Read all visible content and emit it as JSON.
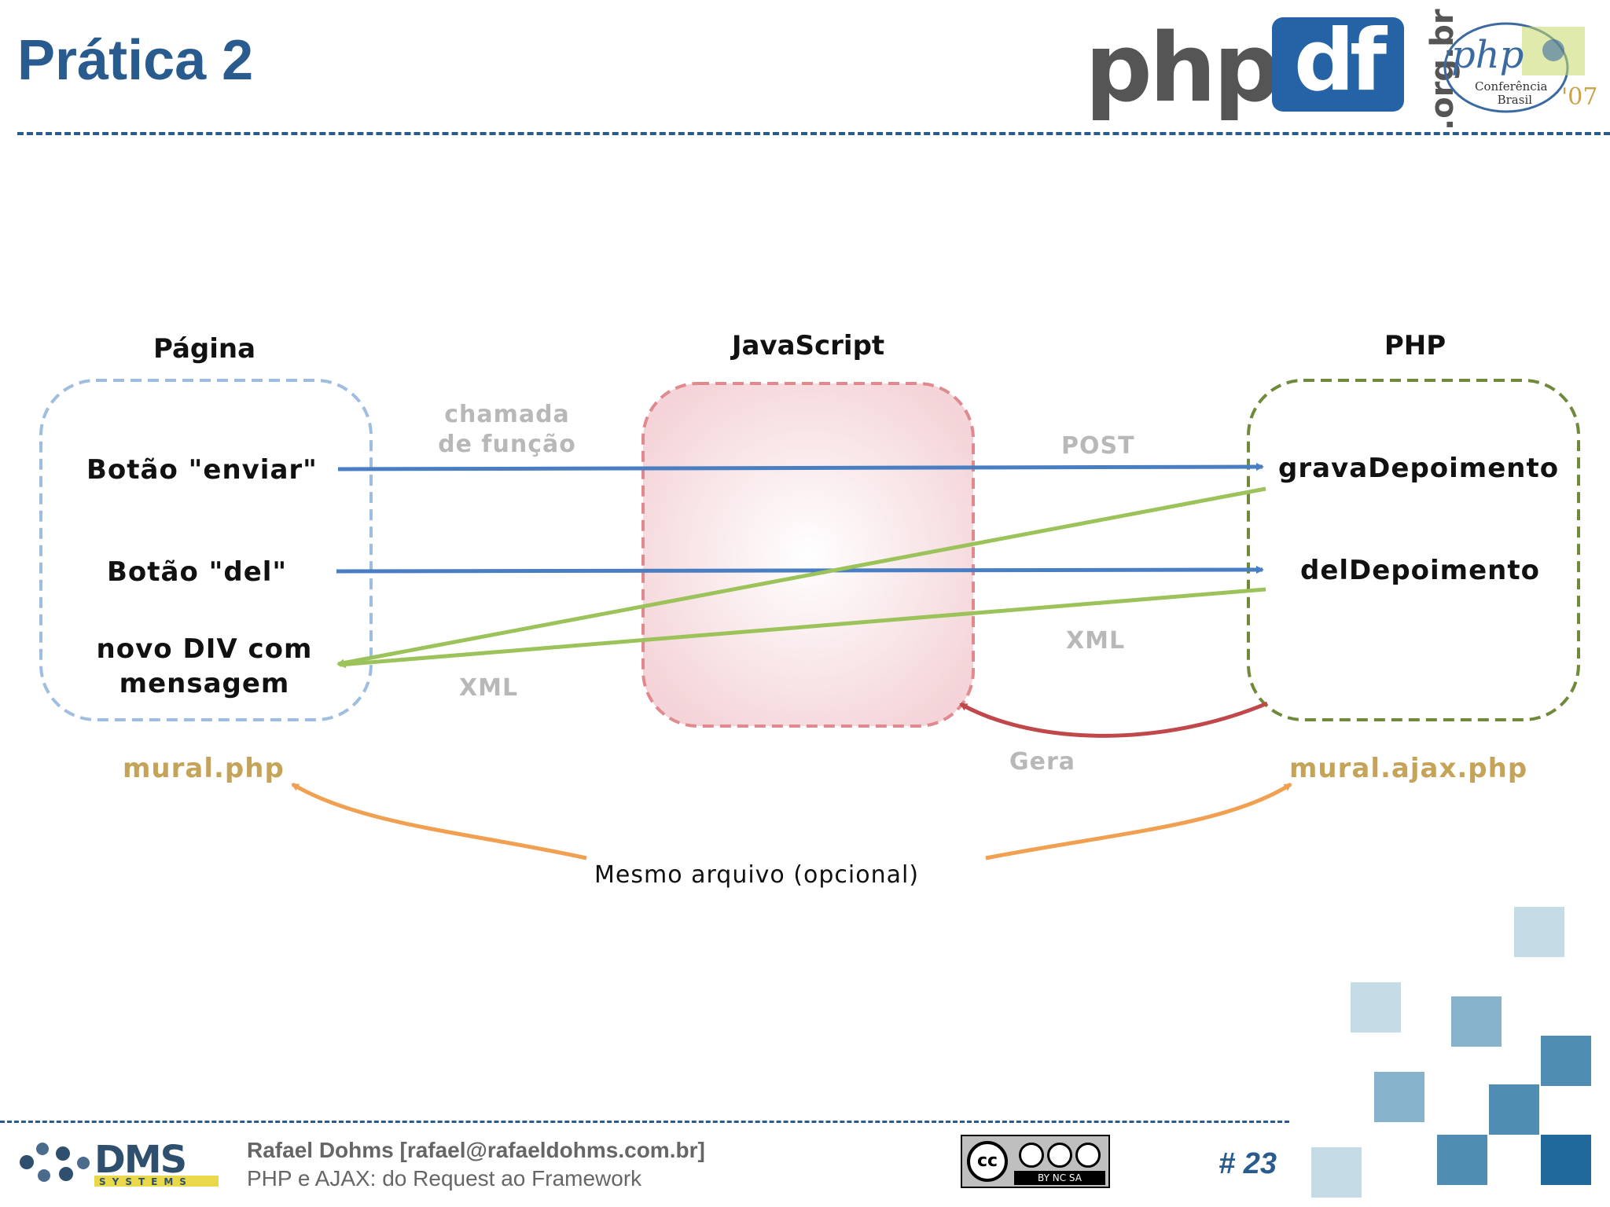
{
  "slide": {
    "title": "Prática 2",
    "page_number": "# 23"
  },
  "logos": {
    "phpdf": {
      "word": "php",
      "df": "df",
      "suffix": ".org.br"
    },
    "conference": {
      "word": "php",
      "line1": "Conferência",
      "line2": "Brasil",
      "year": "'07"
    }
  },
  "diagram": {
    "columns": {
      "page": "Página",
      "javascript": "JavaScript",
      "php": "PHP"
    },
    "page_items": {
      "send_button": "Botão \"enviar\"",
      "del_button": "Botão \"del\"",
      "new_div_line1": "novo DIV com",
      "new_div_line2": "mensagem"
    },
    "php_items": {
      "grava": "gravaDepoimento",
      "del": "delDepoimento"
    },
    "labels": {
      "function_call_line1": "chamada",
      "function_call_line2": "de função",
      "post": "POST",
      "xml_right": "XML",
      "xml_left": "XML",
      "generates": "Gera",
      "same_file": "Mesmo arquivo (opcional)"
    },
    "files": {
      "page_file": "mural.php",
      "php_file": "mural.ajax.php"
    },
    "colors": {
      "page_box": "#9fbde0",
      "js_box": "#e08a8f",
      "php_box": "#6f8a3a",
      "blue_arrow": "#4a7ec2",
      "green_arrow": "#9cc25a",
      "red_arrow": "#c0474a",
      "orange_arrow": "#f0a050"
    }
  },
  "footer": {
    "author": "Rafael Dohms [rafael@rafaeldohms.com.br]",
    "talk": "PHP e AJAX: do Request ao Framework",
    "license": {
      "cc": "cc",
      "strip": "BY NC SA"
    },
    "logo": {
      "word": "DMS",
      "sub": "SYSTEMS"
    }
  }
}
